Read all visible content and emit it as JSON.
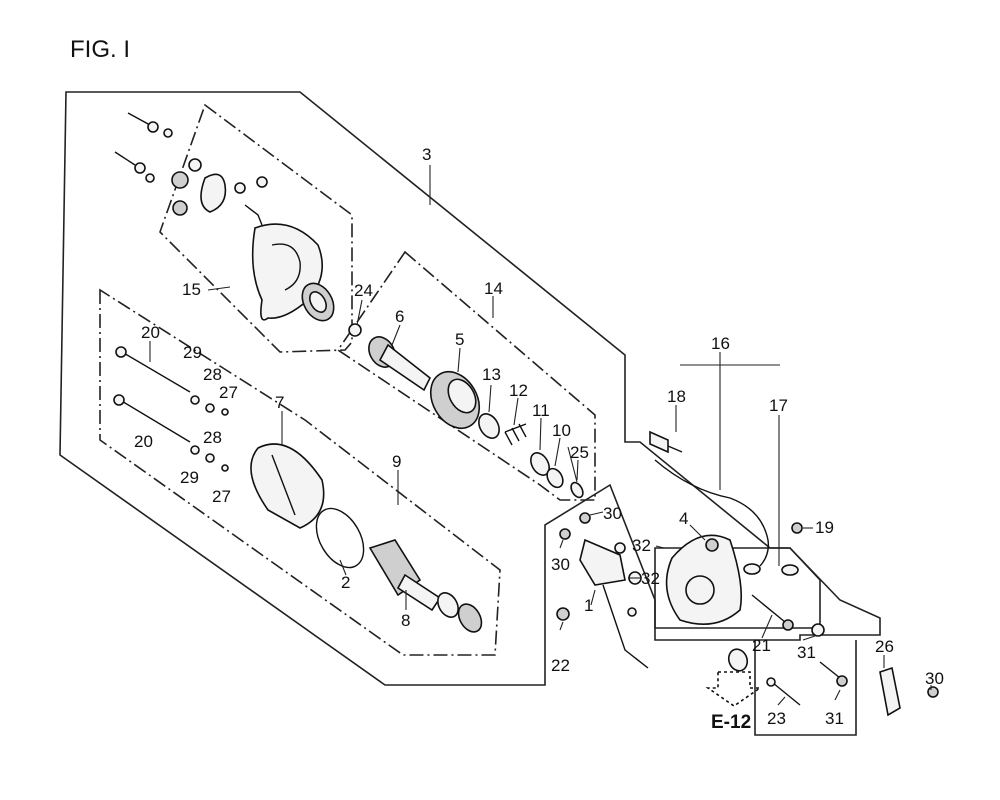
{
  "figure": {
    "title": "FIG. I",
    "ref": "E-12"
  },
  "callouts": {
    "c1": "1",
    "c2": "2",
    "c3": "3",
    "c4": "4",
    "c5": "5",
    "c6": "6",
    "c7": "7",
    "c8": "8",
    "c9": "9",
    "c10": "10",
    "c11": "11",
    "c12": "12",
    "c13": "13",
    "c14": "14",
    "c15": "15",
    "c16": "16",
    "c17": "17",
    "c18": "18",
    "c19": "19",
    "c20a": "20",
    "c20b": "20",
    "c21": "21",
    "c22": "22",
    "c23": "23",
    "c24": "24",
    "c25": "25",
    "c26": "26",
    "c27a": "27",
    "c27b": "27",
    "c28a": "28",
    "c28b": "28",
    "c29a": "29",
    "c29b": "29",
    "c30a": "30",
    "c30b": "30",
    "c30c": "30",
    "c31a": "31",
    "c31b": "31",
    "c32a": "32",
    "c32b": "32"
  }
}
